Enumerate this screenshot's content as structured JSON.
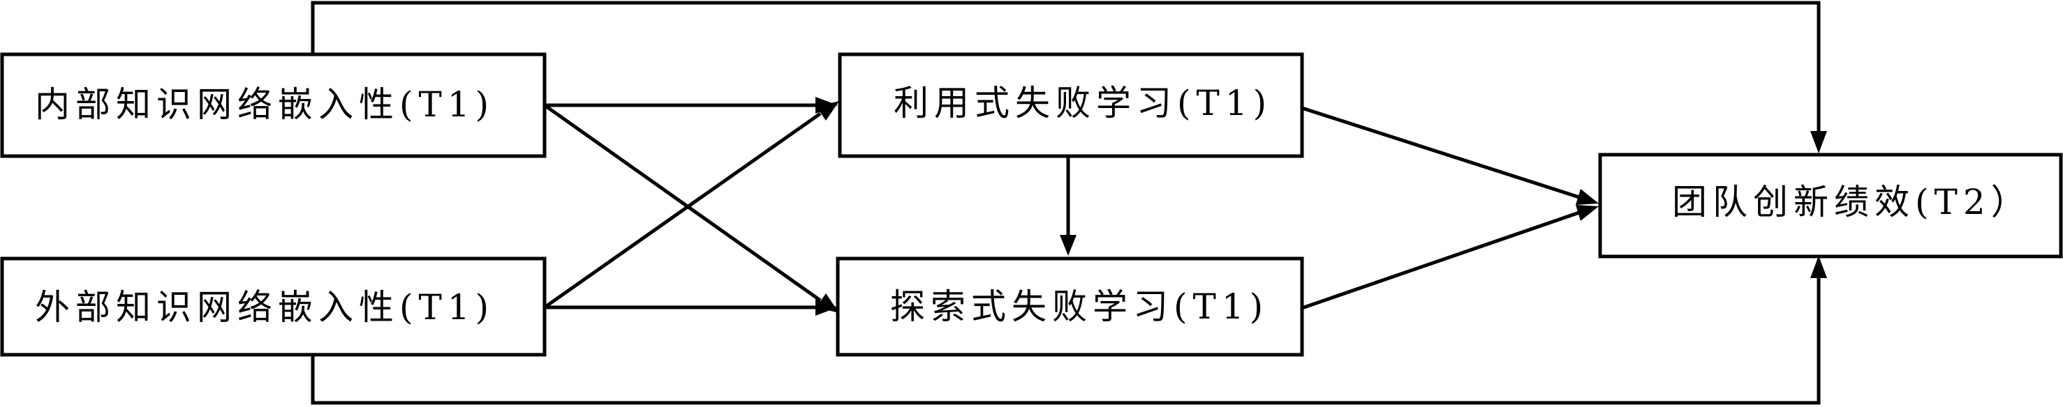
{
  "diagram": {
    "nodes": {
      "internal_embed": {
        "label": "内部知识网络嵌入性(T1)"
      },
      "external_embed": {
        "label": "外部知识网络嵌入性(T1)"
      },
      "exploit_learning": {
        "label": "利用式失败学习(T1)"
      },
      "explore_learning": {
        "label": "探索式失败学习(T1)"
      },
      "team_innovation": {
        "label": "团队创新绩效(T2）"
      }
    },
    "edges": [
      {
        "from": "internal_embed",
        "to": "exploit_learning"
      },
      {
        "from": "internal_embed",
        "to": "explore_learning"
      },
      {
        "from": "external_embed",
        "to": "exploit_learning"
      },
      {
        "from": "external_embed",
        "to": "explore_learning"
      },
      {
        "from": "exploit_learning",
        "to": "explore_learning"
      },
      {
        "from": "exploit_learning",
        "to": "team_innovation"
      },
      {
        "from": "explore_learning",
        "to": "team_innovation"
      },
      {
        "from": "internal_embed",
        "to": "team_innovation"
      },
      {
        "from": "external_embed",
        "to": "team_innovation"
      }
    ],
    "colors": {
      "stroke": "#000000",
      "fill": "#ffffff"
    }
  }
}
